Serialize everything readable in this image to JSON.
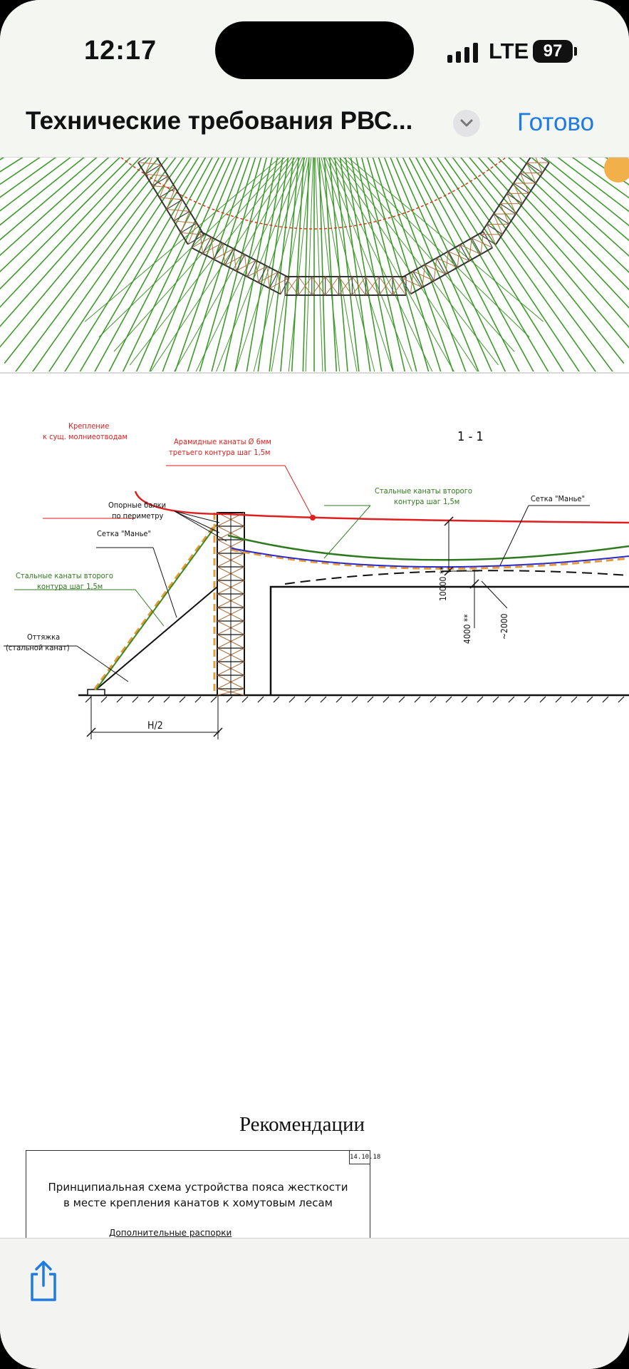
{
  "status_bar": {
    "time": "12:17",
    "network": "LTE",
    "battery": "97"
  },
  "nav": {
    "title": "Технические требования РВС...",
    "done_label": "Готово"
  },
  "drawing_top": {},
  "drawing_section": {
    "section_title": "1 - 1",
    "labels": {
      "mount_l1": "Крепление",
      "mount_l2": "к сущ. молниеотводам",
      "aramid_l1": "Арамидные канаты Ø 6мм",
      "aramid_l2": "третьего контура шаг 1,5м",
      "steel_right_l1": "Стальные канаты второго",
      "steel_right_l2": "контура шаг 1,5м",
      "mesh_right": "Сетка \"Манье\"",
      "beams_l1": "Опорные балки",
      "beams_l2": "по периметру",
      "mesh_left": "Сетка \"Манье\"",
      "steel_left_l1": "Стальные канаты второго",
      "steel_left_l2": "контура шаг 1,5м",
      "brace_l1": "Оттяжка",
      "brace_l2": "(стальной канат)",
      "dim_10000": "10000 **",
      "dim_4000": "4000 **",
      "dim_2000": "~2000",
      "dim_h2": "H/2"
    }
  },
  "recommendations": {
    "heading": "Рекомендации",
    "doc_code": "14.10.18",
    "line1": "Принципиальная схема устройства пояса жесткости",
    "line2": "в месте крепления канатов к хомутовым лесам",
    "extra": "Дополнительные распорки"
  },
  "colors": {
    "accent": "#1e7be6",
    "red": "#e01e1e",
    "green": "#2f8a1f",
    "blue": "#2a2ad0",
    "orange": "#e79a3a"
  }
}
